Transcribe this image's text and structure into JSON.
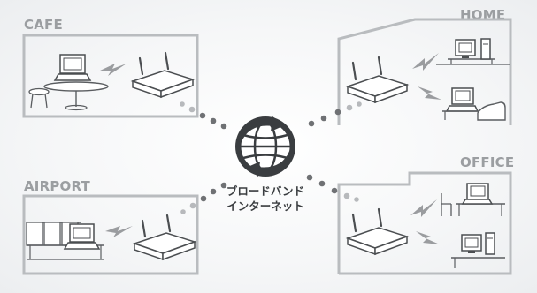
{
  "locations": {
    "cafe": {
      "label": "CAFE"
    },
    "home": {
      "label": "HOME"
    },
    "airport": {
      "label": "AIRPORT"
    },
    "office": {
      "label": "OFFICE"
    }
  },
  "center": {
    "line1": "ブロードバンド",
    "line2": "インターネット",
    "icon": "globe-with-arrows-icon"
  },
  "colors": {
    "frame": "#b9bcbf",
    "label": "#9b9ea1",
    "globe": "#3a3d40",
    "dots_dark": "#6f7174",
    "dots_light": "#b7b9bc"
  }
}
